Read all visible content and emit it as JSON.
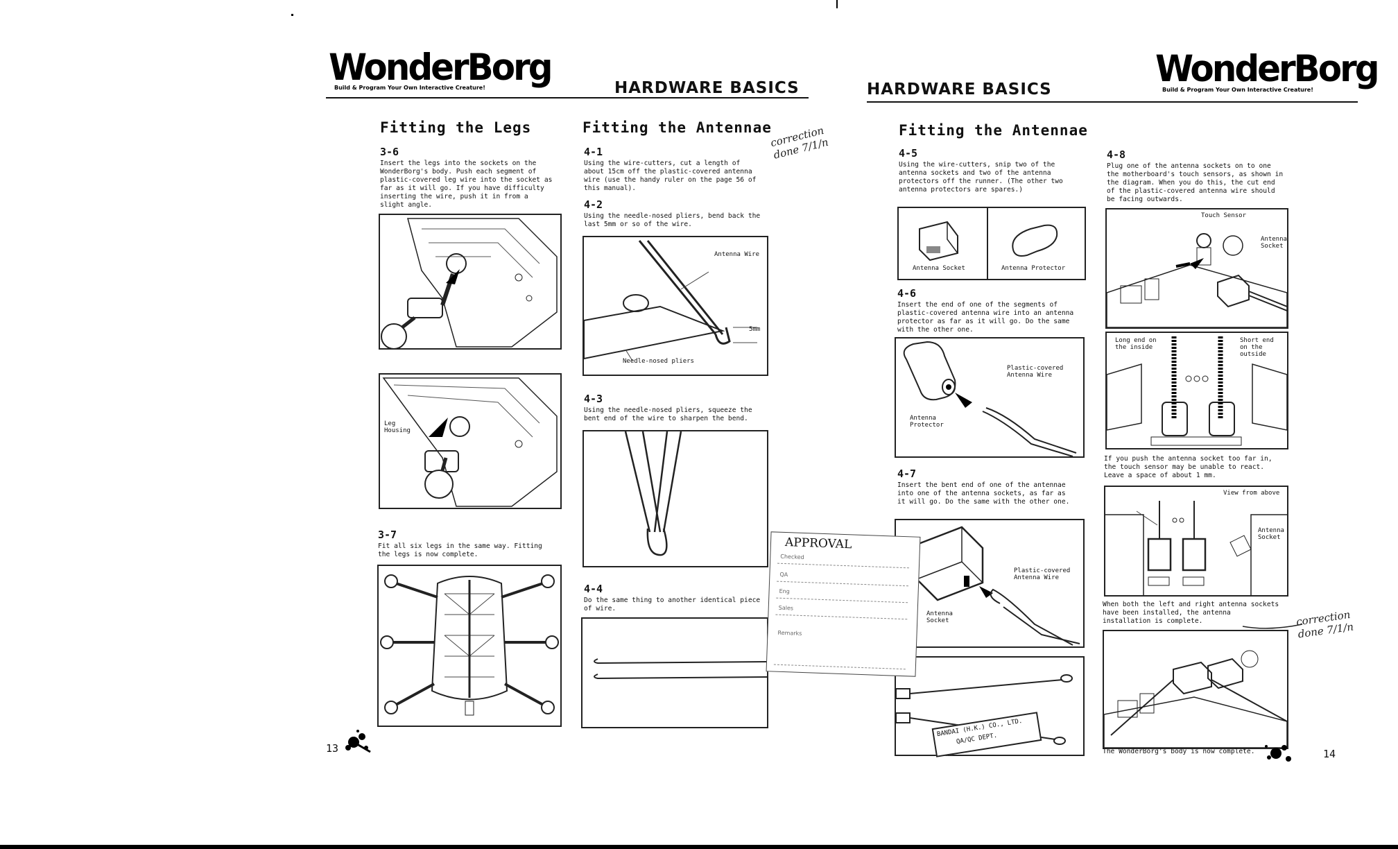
{
  "left_page": {
    "logo": "WonderBorg",
    "logo_tagline": "Build & Program Your Own Interactive Creature!",
    "header": "HARDWARE BASICS",
    "page_number": "13",
    "col1": {
      "title": "Fitting the Legs",
      "s36": {
        "num": "3-6",
        "text": "Insert the legs into the sockets on the WonderBorg's body. Push each segment of plastic-covered leg wire into the socket as far as it will go. If you have difficulty inserting the wire, push it in from a slight angle."
      },
      "fig2_label": "Leg Housing",
      "s37": {
        "num": "3-7",
        "text": "Fit all six legs in the same way. Fitting the legs is now complete."
      }
    },
    "col2": {
      "title": "Fitting the Antennae",
      "s41": {
        "num": "4-1",
        "text": "Using the wire-cutters, cut a length of about 15cm off the plastic-covered antenna wire (use the handy ruler on the page 56 of this manual)."
      },
      "s42": {
        "num": "4-2",
        "text": "Using the needle-nosed pliers, bend back the last 5mm or so of the wire."
      },
      "fig_a_wire": "Antenna Wire",
      "fig_a_5mm": "5mm",
      "fig_a_pliers": "Needle-nosed pliers",
      "s43": {
        "num": "4-3",
        "text": "Using the needle-nosed pliers, squeeze the bent end of the wire to sharpen the bend."
      },
      "s44": {
        "num": "4-4",
        "text": "Do the same thing to another identical piece of wire."
      }
    },
    "handwritten_note": "correction done 7/1/n"
  },
  "right_page": {
    "logo": "WonderBorg",
    "logo_tagline": "Build & Program Your Own Interactive Creature!",
    "header": "HARDWARE BASICS",
    "page_number": "14",
    "col1": {
      "title": "Fitting the Antennae",
      "s45": {
        "num": "4-5",
        "text": "Using the wire-cutters, snip two of the antenna sockets and two of the antenna protectors off the runner. (The other two antenna protectors are spares.)"
      },
      "fig_socket": "Antenna Socket",
      "fig_protector": "Antenna Protector",
      "s46": {
        "num": "4-6",
        "text": "Insert the end of one of the segments of plastic-covered antenna wire into an antenna protector as far as it will go. Do the same with the other one."
      },
      "fig46_wire": "Plastic-covered Antenna Wire",
      "fig46_protector": "Antenna Protector",
      "s47": {
        "num": "4-7",
        "text": "Insert the bent end of one of the antennae into one of the antenna sockets, as far as it will go. Do the same with the other one."
      },
      "fig47_wire": "Plastic-covered Antenna Wire",
      "fig47_socket": "Antenna Socket"
    },
    "col2": {
      "s48": {
        "num": "4-8",
        "text": "Plug one of the antenna sockets on to one the motherboard's touch sensors, as shown in the diagram. When you do this, the cut end of the plastic-covered antenna wire should be facing outwards."
      },
      "fig_touch": "Touch Sensor",
      "fig_ant_socket": "Antenna Socket",
      "fig_long_end": "Long end on the inside",
      "fig_short_end": "Short end on the outside",
      "note_push": "If you push the antenna socket too far in, the touch sensor may be unable to react. Leave a space of about 1 mm.",
      "fig_view": "View from above",
      "fig_view_socket": "Antenna Socket",
      "note_both": "When both the left and right antenna sockets have been installed, the antenna installation is complete.",
      "body_complete": "The WonderBorg's body is now complete."
    },
    "handwritten_note": "correction done 7/1/n"
  },
  "stamp": {
    "title": "APPROVAL",
    "rows": [
      "Checked",
      "QA",
      "Eng",
      "Sales",
      "Remarks"
    ],
    "company": "BANDAI (H.K.) CO., LTD.",
    "dept": "QA/QC DEPT."
  }
}
